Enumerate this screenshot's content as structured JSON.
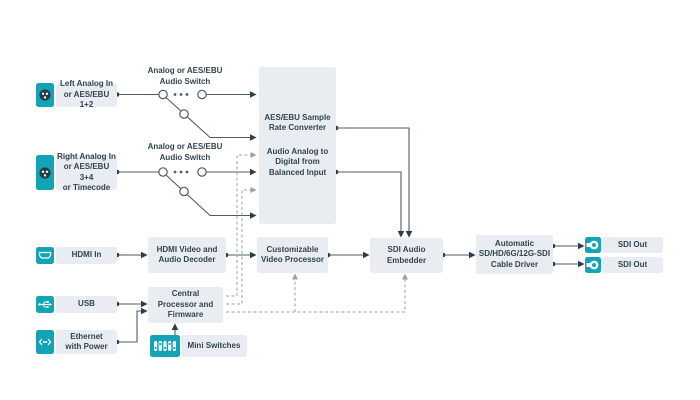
{
  "colors": {
    "teal": "#12a3b7",
    "blockbg": "#e9edf1",
    "text": "#33444f",
    "line": "#4d5c66",
    "dashed": "#98a2aa",
    "dot": "#2c3c46"
  },
  "switch_labels": {
    "switch1": "Analog or AES/EBU\nAudio Switch",
    "switch2": "Analog or AES/EBU\nAudio Switch"
  },
  "inputs": {
    "left_analog": {
      "label": "Left Analog In\nor AES/EBU 1+2",
      "icon": "xlr-icon"
    },
    "right_analog": {
      "label": "Right Analog In\nor AES/EBU 3+4\nor Timecode",
      "icon": "xlr-icon"
    },
    "hdmi": {
      "label": "HDMI In",
      "icon": "hdmi-icon"
    },
    "usb": {
      "label": "USB",
      "icon": "usb-icon"
    },
    "ethernet": {
      "label": "Ethernet\nwith Power",
      "icon": "ethernet-icon"
    }
  },
  "blocks": {
    "audio_block_line1": "AES/EBU Sample\nRate Converter",
    "audio_block_line2": "Audio Analog to\nDigital from\nBalanced Input",
    "hdmi_decoder": "HDMI Video and\nAudio Decoder",
    "video_processor": "Customizable\nVideo Processor",
    "central_processor": "Central\nProcessor and\nFirmware",
    "mini_switches": "Mini Switches",
    "sdi_embedder": "SDI Audio\nEmbedder",
    "cable_driver": "Automatic\nSD/HD/6G/12G-SDI\nCable Driver"
  },
  "outputs": {
    "sdi_out_1": {
      "label": "SDI Out",
      "icon": "bnc-icon"
    },
    "sdi_out_2": {
      "label": "SDI Out",
      "icon": "bnc-icon"
    }
  }
}
